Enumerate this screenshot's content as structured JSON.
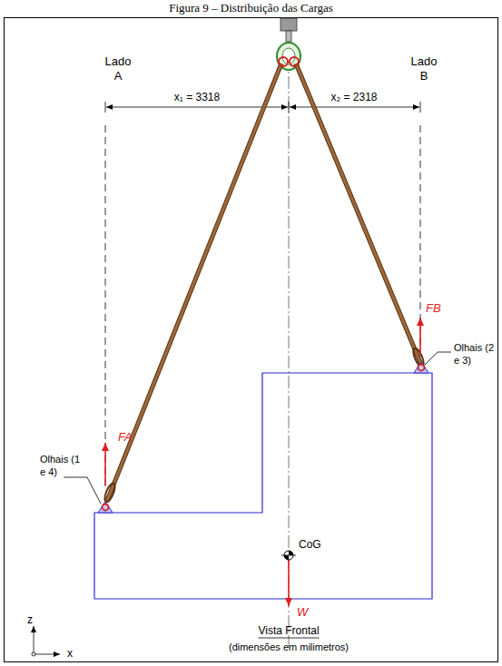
{
  "diagram": {
    "title": "Figura 9 – Distribuição das Cargas",
    "labels": [
      "Lado A",
      "Lado B",
      "x₁ = 3318",
      "x₂ = 2318",
      "FA",
      "FB",
      "Olhais (1 e 4)",
      "Olhais (2 e 3)",
      "CoG",
      "W",
      "z",
      "x",
      "Vista Frontal",
      "(dimensões em milimetros)"
    ]
  }
}
